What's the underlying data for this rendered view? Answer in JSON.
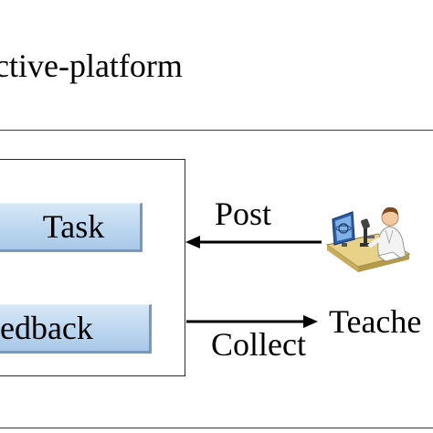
{
  "diagram": {
    "title": "ctive-platform",
    "nodes": {
      "task": "Task",
      "feedback": "eedback",
      "teacher": "Teache"
    },
    "edges": {
      "post": "Post",
      "collect": "Collect"
    },
    "colors": {
      "bar_fill": "#bcd6ef",
      "bar_shadow": "#7a98bb",
      "line": "#000000"
    },
    "icons": [
      "teacher-at-desk-icon"
    ]
  }
}
